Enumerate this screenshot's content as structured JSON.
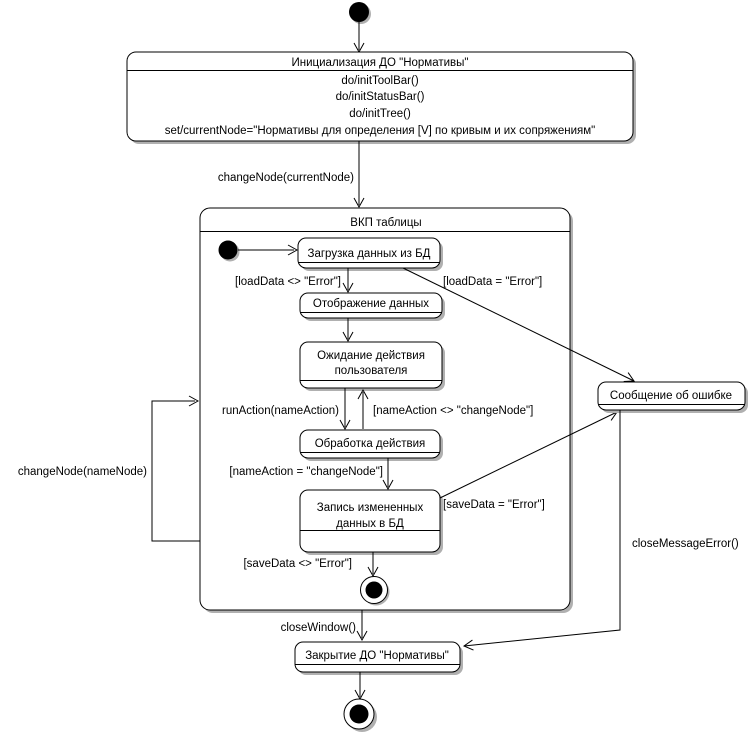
{
  "states": {
    "init": {
      "title": "Инициализация ДО \"Нормативы\"",
      "actions": [
        "do/initToolBar()",
        "do/initStatusBar()",
        "do/initTree()",
        "set/currentNode=\"Нормативы для определения [V] по кривым и их сопряжениям\""
      ]
    },
    "vkp_table": {
      "title": "ВКП таблицы"
    },
    "load_data": {
      "title": "Загрузка данных из БД"
    },
    "display_data": {
      "title": "Отображение данных"
    },
    "wait_user": {
      "title_line1": "Ожидание действия",
      "title_line2": "пользователя"
    },
    "process_action": {
      "title": "Обработка действия"
    },
    "save_data": {
      "title_line1": "Запись измененных",
      "title_line2": "данных в БД"
    },
    "error_message": {
      "title": "Сообщение об ошибке"
    },
    "close_do": {
      "title": "Закрытие ДО \"Нормативы\""
    }
  },
  "transitions": {
    "change_node_current": {
      "label": "changeNode(currentNode)"
    },
    "load_ok": {
      "label": "[loadData <> \"Error\"]"
    },
    "load_error": {
      "label": "[loadData = \"Error\"]"
    },
    "run_action": {
      "label": "runAction(nameAction)"
    },
    "name_action_not_change_node": {
      "label": "[nameAction <> \"changeNode\"]"
    },
    "name_action_change_node": {
      "label": "[nameAction = \"changeNode\"]"
    },
    "save_error": {
      "label": "[saveData = \"Error\"]"
    },
    "save_ok": {
      "label": "[saveData <> \"Error\"]"
    },
    "change_node_name": {
      "label": "changeNode(nameNode)"
    },
    "close_window": {
      "label": "closeWindow()"
    },
    "close_message_error": {
      "label": "closeMessageError()"
    }
  },
  "colors": {
    "stroke": "#000000",
    "state_fill": "#ffffff",
    "shadow": "#b0b0b0",
    "background": "#ffffff"
  }
}
